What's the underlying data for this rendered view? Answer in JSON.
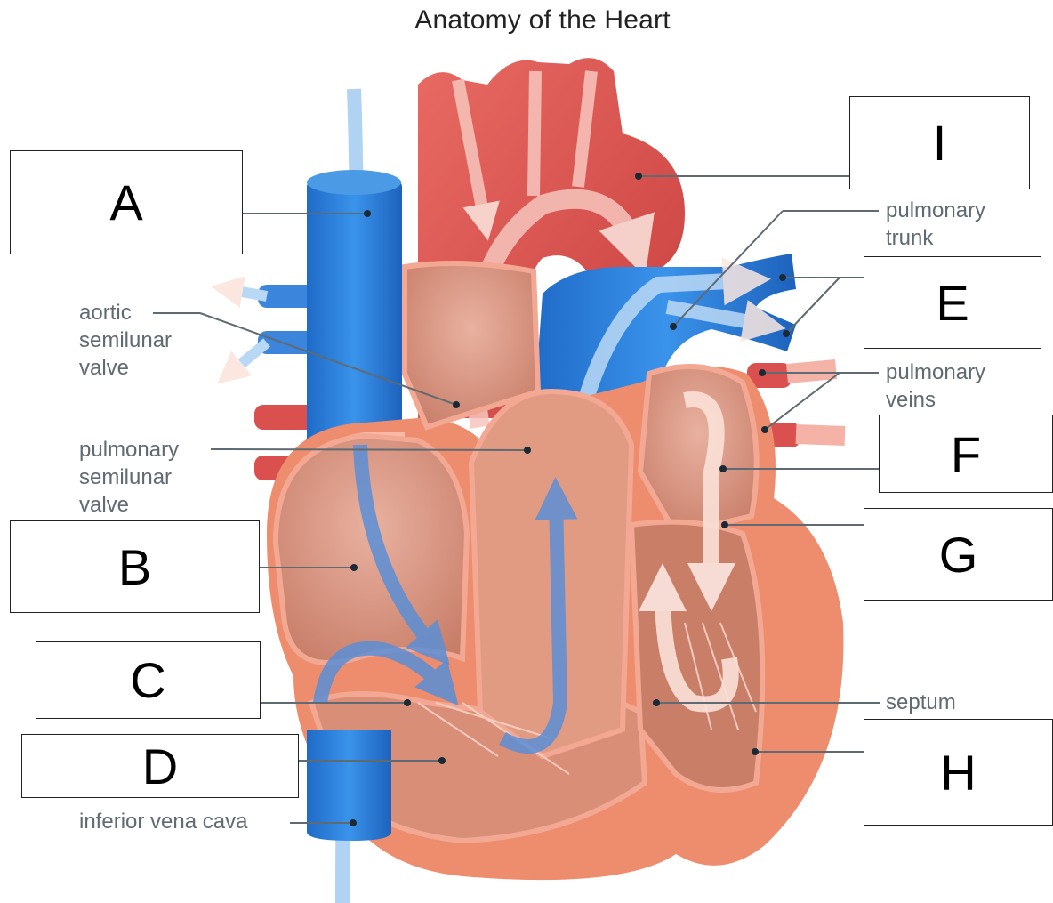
{
  "title": "Anatomy of the Heart",
  "answer_boxes": [
    {
      "id": "A",
      "letter": "A"
    },
    {
      "id": "B",
      "letter": "B"
    },
    {
      "id": "C",
      "letter": "C"
    },
    {
      "id": "D",
      "letter": "D"
    },
    {
      "id": "E",
      "letter": "E"
    },
    {
      "id": "F",
      "letter": "F"
    },
    {
      "id": "G",
      "letter": "G"
    },
    {
      "id": "H",
      "letter": "H"
    },
    {
      "id": "I",
      "letter": "I"
    }
  ],
  "labels": {
    "aortic_semilunar_valve": "aortic\nsemilunar\nvalve",
    "pulmonary_semilunar_valve": "pulmonary\nsemilunar\nvalve",
    "inferior_vena_cava": "inferior vena cava",
    "pulmonary_trunk": "pulmonary\ntrunk",
    "pulmonary_veins": "pulmonary\nveins",
    "septum": "septum"
  },
  "colors": {
    "oxygenated_red": "#d9504f",
    "deoxygenated_blue": "#2f7fd8",
    "muscle_salmon": "#ef8d6f",
    "chamber_interior": "#d9937c",
    "leader_line": "#5f6a72"
  }
}
